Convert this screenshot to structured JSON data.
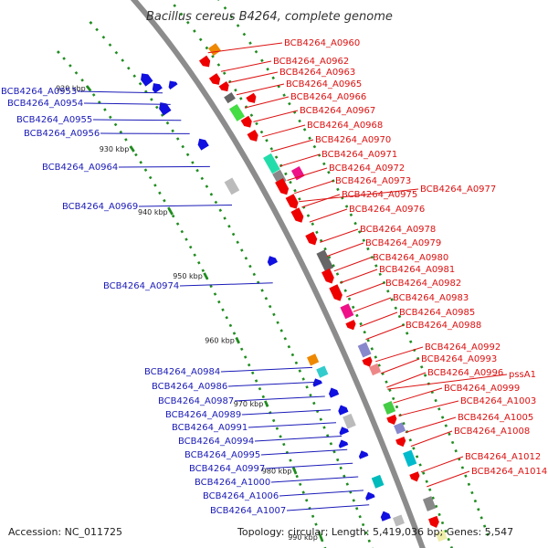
{
  "title": "Bacillus cereus B4264, complete genome",
  "accession": "Accession: NC_011725",
  "summary": "Topology: circular; Length: 5,419,036 bp; Genes: 5,547",
  "colors": {
    "backbone": "#8c8c8c",
    "tick": "#1f8c1f",
    "negative_label": "#1a1ab8",
    "positive_label": "#dd1111",
    "gene_red": "#ee0000",
    "gene_blue": "#1010e0"
  },
  "scale_ticks": [
    {
      "label": "920 kbp",
      "kbp": 920
    },
    {
      "label": "930 kbp",
      "kbp": 930
    },
    {
      "label": "940 kbp",
      "kbp": 940
    },
    {
      "label": "950 kbp",
      "kbp": 950
    },
    {
      "label": "960 kbp",
      "kbp": 960
    },
    {
      "label": "970 kbp",
      "kbp": 970
    },
    {
      "label": "980 kbp",
      "kbp": 980
    },
    {
      "label": "990 kbp",
      "kbp": 990
    }
  ],
  "negative_strand_labels": [
    "BCB4264_A0953",
    "BCB4264_A0954",
    "BCB4264_A0955",
    "BCB4264_A0956",
    "BCB4264_A0964",
    "BCB4264_A0969",
    "BCB4264_A0974",
    "BCB4264_A0984",
    "BCB4264_A0986",
    "BCB4264_A0987",
    "BCB4264_A0989",
    "BCB4264_A0991",
    "BCB4264_A0994",
    "BCB4264_A0995",
    "BCB4264_A0997",
    "BCB4264_A1000",
    "BCB4264_A1006",
    "BCB4264_A1007"
  ],
  "positive_strand_labels": [
    "BCB4264_A0960",
    "BCB4264_A0962",
    "BCB4264_A0963",
    "BCB4264_A0965",
    "BCB4264_A0966",
    "BCB4264_A0967",
    "BCB4264_A0968",
    "BCB4264_A0970",
    "BCB4264_A0971",
    "BCB4264_A0972",
    "BCB4264_A0973",
    "BCB4264_A0975",
    "BCB4264_A0977",
    "BCB4264_A0976",
    "BCB4264_A0978",
    "BCB4264_A0979",
    "BCB4264_A0980",
    "BCB4264_A0981",
    "BCB4264_A0982",
    "BCB4264_A0983",
    "BCB4264_A0985",
    "BCB4264_A0988",
    "BCB4264_A0992",
    "BCB4264_A0993",
    "BCB4264_A0996",
    "pssA1",
    "BCB4264_A0999",
    "BCB4264_A1003",
    "BCB4264_A1005",
    "BCB4264_A1008",
    "BCB4264_A1012",
    "BCB4264_A1014"
  ]
}
